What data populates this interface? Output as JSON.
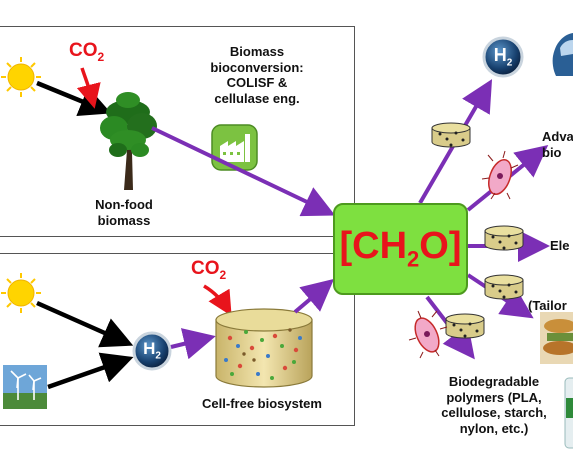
{
  "panel_top": {
    "co2": {
      "main": "CO",
      "sub": "2"
    },
    "process_label": [
      "Biomass",
      "bioconversion:",
      "COLISF &",
      "cellulase eng."
    ],
    "biomass_label": [
      "Non-food",
      "biomass"
    ]
  },
  "panel_bottom": {
    "co2": {
      "main": "CO",
      "sub": "2"
    },
    "h2": {
      "main": "H",
      "sub": "2"
    },
    "system_label": "Cell-free biosystem"
  },
  "center": {
    "open": "[CH",
    "sub": "2",
    "close": "O]"
  },
  "outputs": {
    "h2": {
      "main": "H",
      "sub": "2"
    },
    "advanced": [
      "Adva",
      "bio"
    ],
    "electricity": "Ele",
    "tailored": "(Tailor",
    "polymers": [
      "Biodegradable",
      "polymers (PLA,",
      "cellulose, starch,",
      "nylon, etc.)"
    ]
  },
  "colors": {
    "arrow": "#7b2fb5",
    "co2": "#e8141c",
    "center_fill": "#7ee040",
    "sun": "#ffd400"
  }
}
